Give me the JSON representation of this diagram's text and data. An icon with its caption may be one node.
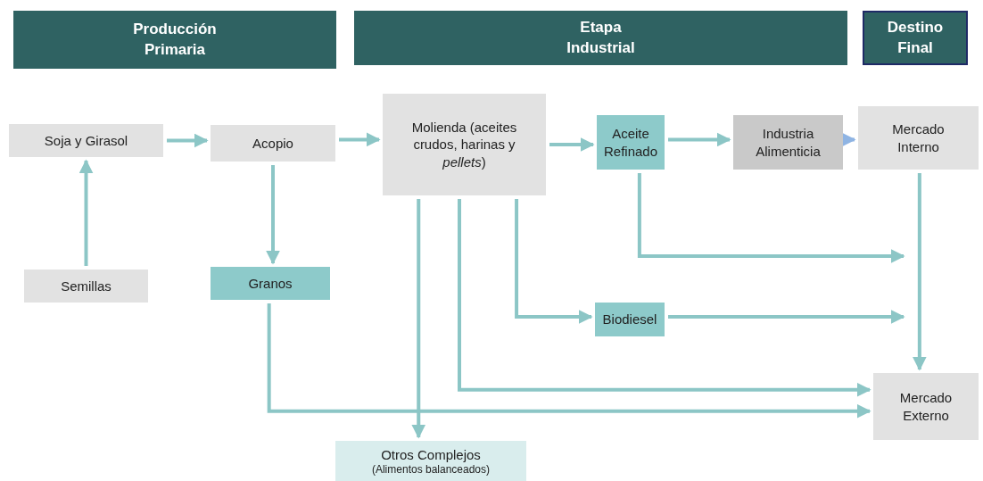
{
  "diagram": {
    "nodes": [
      {
        "text": [
          "Producción Primaria"
        ]
      },
      {
        "text": [
          "Etapa Industrial"
        ]
      },
      {
        "text": [
          "Destino Final"
        ]
      },
      {
        "text": [
          "Soja y Girasol"
        ]
      },
      {
        "text": [
          "Acopio"
        ]
      },
      {
        "text": [
          "Semillas"
        ]
      },
      {
        "text": [
          "Granos"
        ]
      },
      {
        "text": [
          "Molienda (aceites crudos, harinas y *pellets*)"
        ]
      },
      {
        "text": [
          "Aceite Refinado"
        ]
      },
      {
        "text": [
          "Industria Alimenticia"
        ]
      },
      {
        "text": [
          "Mercado Interno"
        ]
      },
      {
        "text": [
          "Biodiesel"
        ]
      },
      {
        "text": [
          "Mercado Externo"
        ]
      },
      {
        "text": [
          "Otros Complejos",
          "(Alimentos balanceados)"
        ]
      }
    ],
    "edges": [
      {
        "from": 3,
        "to": 4,
        "arrow": "to"
      },
      {
        "from": 5,
        "to": 3,
        "arrow": "to"
      },
      {
        "from": 4,
        "to": 7,
        "arrow": "to"
      },
      {
        "from": 4,
        "to": 6,
        "arrow": "to"
      },
      {
        "from": 7,
        "to": 8,
        "arrow": "to"
      },
      {
        "from": 8,
        "to": 9,
        "arrow": "to"
      },
      {
        "from": 9,
        "to": 10,
        "arrow": "to",
        "color": "#8fb4e3"
      },
      {
        "from": 8,
        "to": null,
        "arrow": "to"
      },
      {
        "from": 7,
        "to": 11,
        "arrow": "to"
      },
      {
        "from": 11,
        "to": null,
        "arrow": "to"
      },
      {
        "from": 10,
        "to": 12,
        "arrow": "to"
      },
      {
        "from": 7,
        "to": 12,
        "arrow": "to"
      },
      {
        "from": 6,
        "to": 12,
        "arrow": "to"
      },
      {
        "from": 7,
        "to": 13,
        "arrow": "to"
      }
    ]
  }
}
